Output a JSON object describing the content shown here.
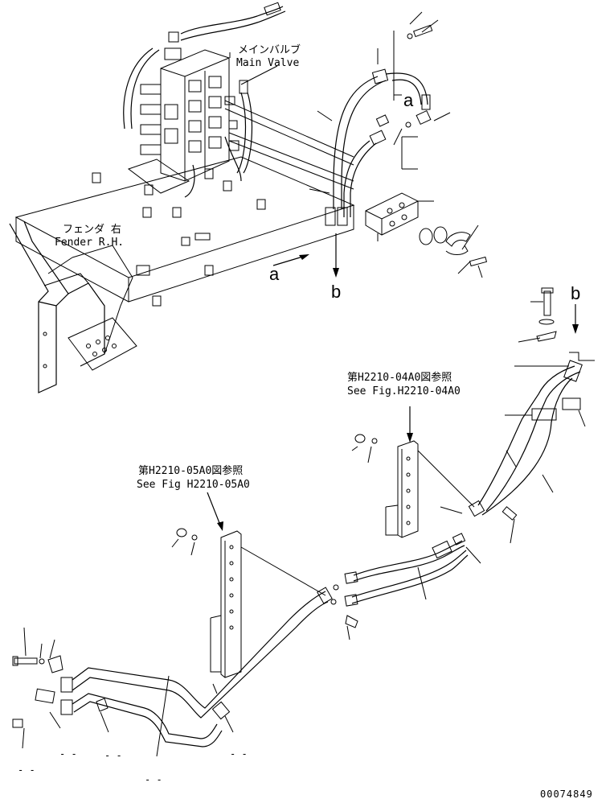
{
  "labels": {
    "main_valve_jp": "メインバルブ",
    "main_valve_en": "Main Valve",
    "fender_jp": "フェンダ 右",
    "fender_en": "Fender R.H.",
    "ref_04_jp": "第H2210-04A0図参照",
    "ref_04_en": "See Fig.H2210-04A0",
    "ref_05_jp": "第H2210-05A0図参照",
    "ref_05_en": "See Fig H2210-05A0",
    "figure_number": "00074849"
  },
  "callouts": {
    "a_top": "a",
    "a_left": "a",
    "b_mid": "b",
    "b_right": "b"
  },
  "dashes": {
    "d1": "- -",
    "d2": "- -",
    "d3": "- -",
    "d4": "- -",
    "d5": "- -"
  }
}
